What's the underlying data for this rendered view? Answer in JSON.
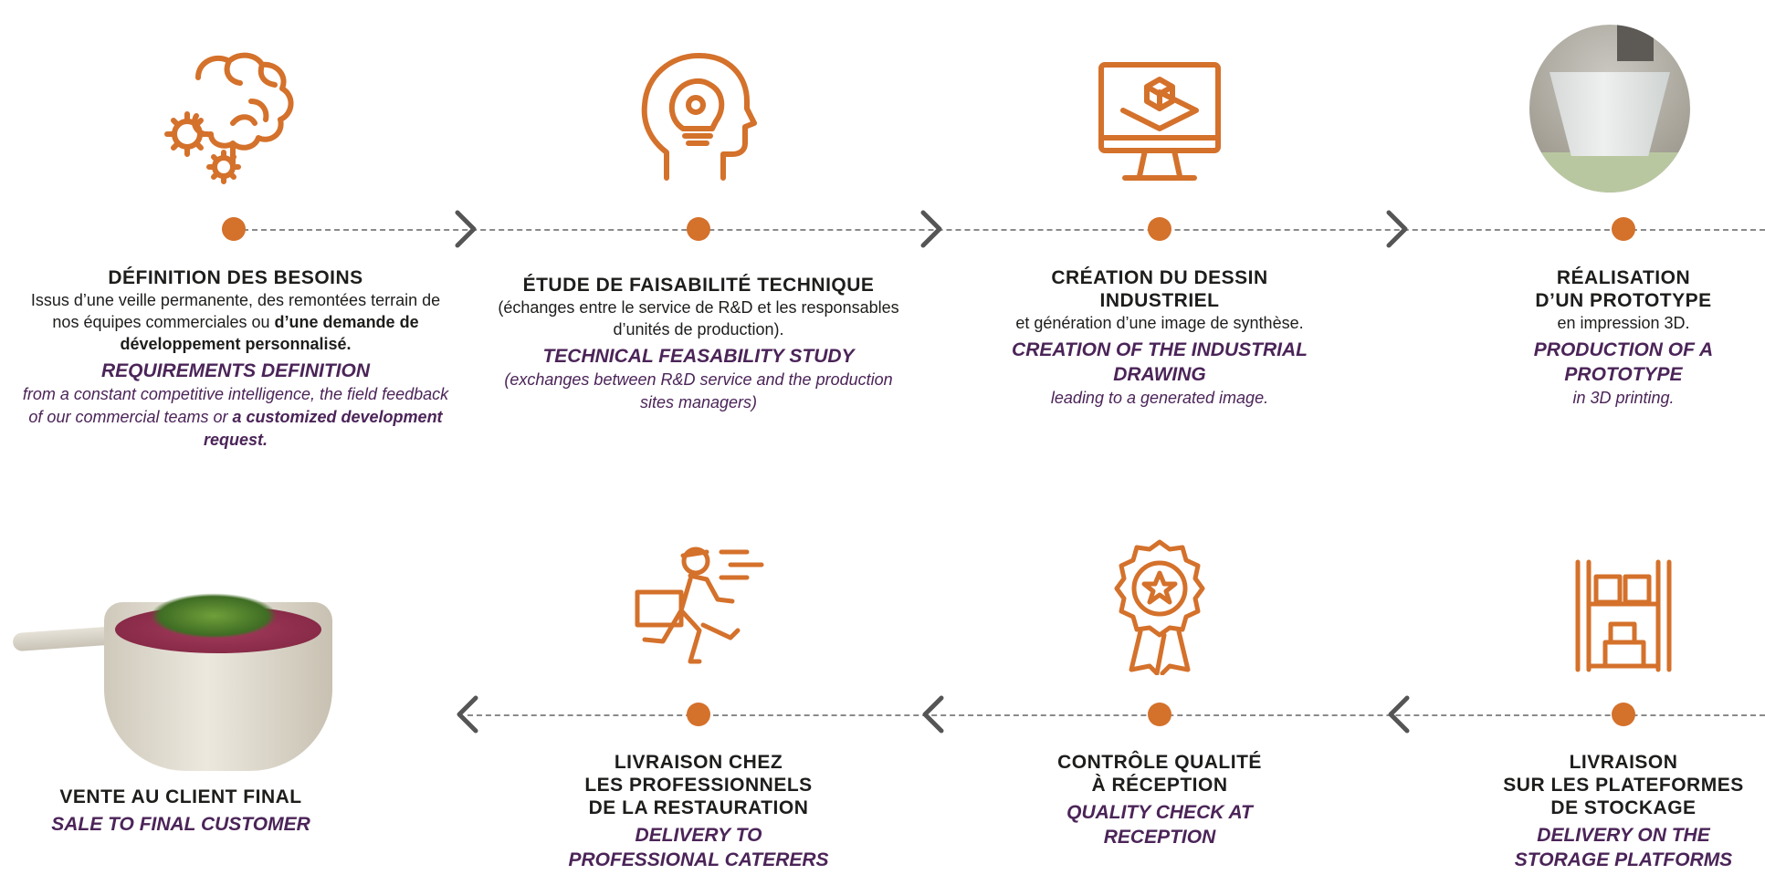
{
  "colors": {
    "accent": "#d4712b",
    "text": "#1d1d1b",
    "english": "#4b2458",
    "line": "#8a8a8a"
  },
  "steps": [
    {
      "icon": "brain-gears-icon",
      "title": "DÉFINITION DES BESOINS",
      "body_pre": "Issus d’une veille permanente,  des remontées terrain de nos équipes commerciales ou ",
      "body_bold": "d’une demande de développement personnalisé.",
      "en_title": "REQUIREMENTS DEFINITION",
      "en_body_pre": "from a constant competitive intelligence, the field feedback of our commercial teams or ",
      "en_body_bold": "a customized development request."
    },
    {
      "icon": "head-lightbulb-icon",
      "title": "ÉTUDE DE FAISABILITÉ TECHNIQUE",
      "body": "(échanges entre le service de R&D et les responsables d’unités de production).",
      "en_title": "TECHNICAL FEASABILITY STUDY",
      "en_body": "(exchanges between R&D service and the production sites managers)"
    },
    {
      "icon": "monitor-3d-cube-icon",
      "title_line1": "CRÉATION DU DESSIN",
      "title_line2": "INDUSTRIEL",
      "body": "et génération d’une image de synthèse.",
      "en_title_line1": "CREATION OF THE INDUSTRIAL",
      "en_title_line2": "DRAWING",
      "en_body": "leading to a generated image."
    },
    {
      "icon": "3d-printing-photo",
      "title_line1": "RÉALISATION",
      "title_line2": "D’UN PROTOTYPE",
      "body": "en impression 3D.",
      "en_title_line1": "PRODUCTION OF A",
      "en_title_line2": "PROTOTYPE",
      "en_body": "in 3D printing."
    },
    {
      "icon": "storage-shelves-icon",
      "title_line1": "LIVRAISON",
      "title_line2": "SUR LES PLATEFORMES",
      "title_line3": "DE STOCKAGE",
      "en_title_line1": "DELIVERY ON THE",
      "en_title_line2": "STORAGE PLATFORMS"
    },
    {
      "icon": "quality-badge-icon",
      "title_line1": "CONTRÔLE QUALITÉ",
      "title_line2": "À RÉCEPTION",
      "en_title_line1": "QUALITY CHECK AT",
      "en_title_line2": "RECEPTION"
    },
    {
      "icon": "delivery-person-icon",
      "title_line1": "LIVRAISON CHEZ",
      "title_line2": "LES PROFESSIONNELS",
      "title_line3": "DE LA RESTAURATION",
      "en_title_line1": "DELIVERY TO",
      "en_title_line2": "PROFESSIONAL CATERERS"
    },
    {
      "icon": "soup-bowl-photo",
      "title": "VENTE AU CLIENT FINAL",
      "en_title": "SALE TO FINAL CUSTOMER"
    }
  ]
}
